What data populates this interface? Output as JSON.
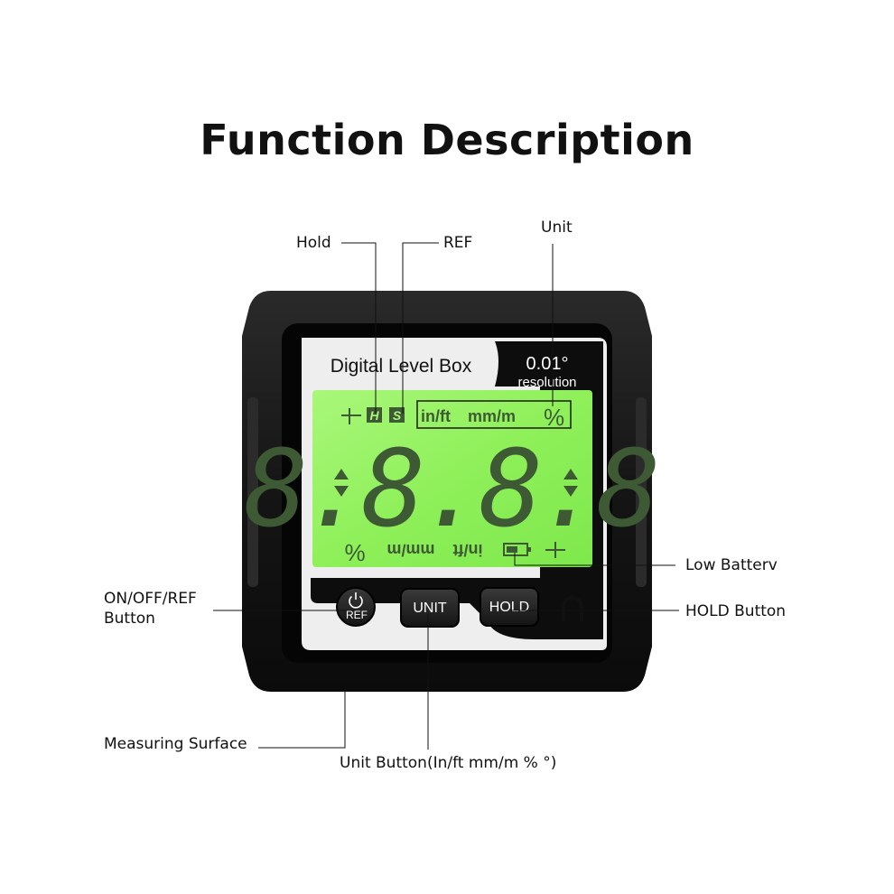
{
  "title": "Function Description",
  "device": {
    "label": "Digital Level Box",
    "resolution_value": "0.01°",
    "resolution_label": "resolution",
    "buttons": {
      "power_icon": "power-icon",
      "power_label": "REF",
      "unit_label": "UNIT",
      "hold_label": "HOLD"
    },
    "lcd": {
      "hold_indicator": "H",
      "ref_indicator": "S",
      "unit_in_ft": "in/ft",
      "unit_mm_m": "mm/m",
      "unit_percent": "%",
      "digits": "8.8.8.8",
      "bottom_percent": "%",
      "bottom_mm_m": "mm/m",
      "bottom_in_ft": "in/ft",
      "backlight_color": "#8ff05a"
    },
    "magnet_icon": "magnet-icon",
    "body_color": "#111111"
  },
  "callouts": {
    "hold": "Hold",
    "ref": "REF",
    "unit": "Unit",
    "low_battery": "Low Batterv",
    "onoff_ref_line1": "ON/OFF/REF",
    "onoff_ref_line2": "Button",
    "hold_button": "HOLD Button",
    "measuring_surface": "Measuring Surface",
    "unit_button": "Unit Button(In/ft  mm/m %  °)"
  }
}
